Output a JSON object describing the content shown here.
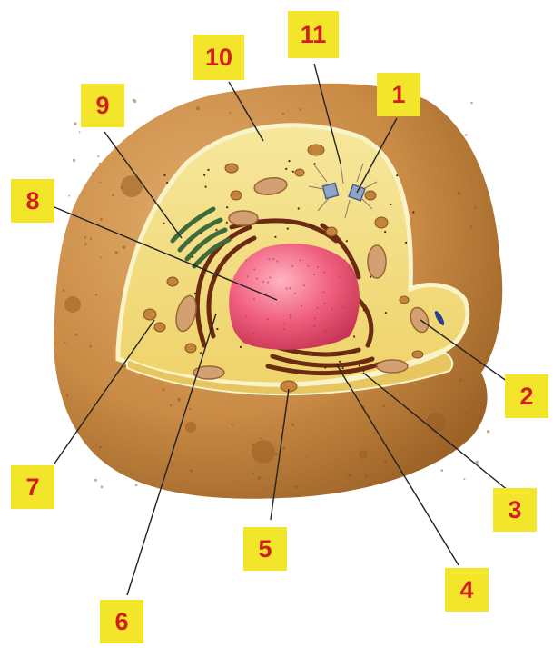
{
  "labels": [
    "1",
    "2",
    "3",
    "4",
    "5",
    "6",
    "7",
    "8",
    "9",
    "10",
    "11"
  ],
  "colors": {
    "cell_outer": "#c98b45",
    "cell_outer_dark": "#a86b2c",
    "cytoplasm": "#f4de82",
    "nucleus": "#f0607e",
    "er": "#6b2a12",
    "mito": "#d3a071",
    "golgi": "#3f6b3a",
    "label_box": "#f3e62a",
    "label_text": "#d21e1e"
  }
}
